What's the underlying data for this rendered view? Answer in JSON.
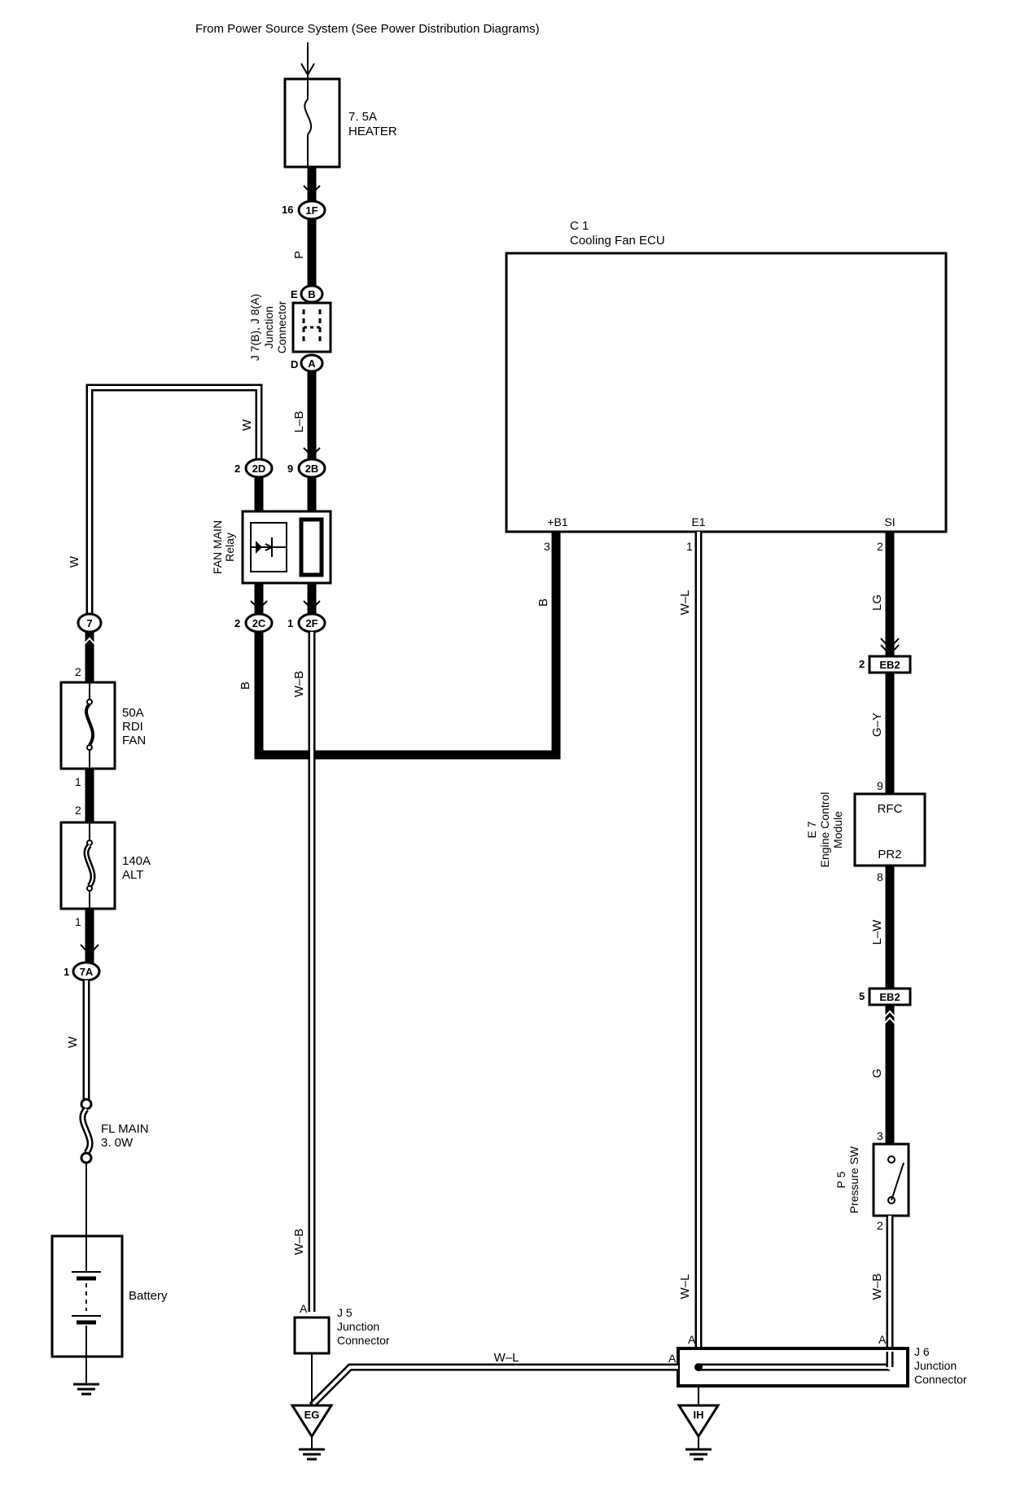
{
  "header": {
    "source": "From Power Source System (See Power Distribution Diagrams)"
  },
  "fuses": {
    "heater": {
      "rating": "7. 5A",
      "name": "HEATER"
    },
    "rdi_fan": {
      "rating": "50A",
      "line2": "RDI",
      "line3": "FAN"
    },
    "alt": {
      "rating": "140A",
      "name": "ALT"
    },
    "fl_main": {
      "name": "FL MAIN",
      "rating": "3. 0W"
    }
  },
  "ecu": {
    "id": "C 1",
    "name": "Cooling Fan ECU",
    "term_b1": "+B1",
    "term_e1": "E1",
    "term_si": "SI"
  },
  "jconn_j7j8": {
    "line1": "J 7(B), J 8(A)",
    "line2": "Junction",
    "line3": "Connector",
    "pinE": "E",
    "pinD": "D"
  },
  "relay": {
    "line1": "FAN MAIN",
    "line2": "Relay"
  },
  "ecm": {
    "id": "E 7",
    "line2": "Engine Control",
    "line3": "Module",
    "rfc": "RFC",
    "pr2": "PR2"
  },
  "pressure_sw": {
    "id": "P 5",
    "name": "Pressure SW"
  },
  "j5": {
    "id": "J 5",
    "line2": "Junction",
    "line3": "Connector"
  },
  "j6": {
    "id": "J 6",
    "line2": "Junction",
    "line3": "Connector"
  },
  "battery": {
    "name": "Battery"
  },
  "connectors": {
    "c1F": "1F",
    "cB": "B",
    "cA": "A",
    "c2D": "2D",
    "c2B": "2B",
    "c2C": "2C",
    "c2F": "2F",
    "c7": "7",
    "c7A": "7A",
    "eb2a": "EB2",
    "eb2b": "EB2"
  },
  "pins": {
    "p16": "16",
    "p2_2d": "2",
    "p9_2b": "9",
    "p2_2c": "2",
    "p1_2f": "1",
    "ecu3": "3",
    "ecu1": "1",
    "ecu2": "2",
    "eb2pin_a": "2",
    "ecm9": "9",
    "ecm8": "8",
    "eb2pin_b": "5",
    "psw3": "3",
    "psw2": "2",
    "rdi2": "2",
    "rdi1": "1",
    "alt2": "2",
    "alt1": "1",
    "p1_7a": "1",
    "j5A": "A",
    "j6A1": "A",
    "j6A2": "A",
    "j6A3": "A"
  },
  "wires": {
    "P": "P",
    "LB": "L–B",
    "W_top": "W",
    "W_left": "W",
    "B_relay": "B",
    "WB_relay": "W–B",
    "B_ecu": "B",
    "WL_ecu": "W–L",
    "LG": "LG",
    "GY": "G–Y",
    "LW": "L–W",
    "G": "G",
    "W_bottom": "W",
    "WB_low": "W–B",
    "WL_low": "W–L",
    "WB_psw": "W–B",
    "WL_horiz": "W–L"
  },
  "grounds": {
    "eg": "EG",
    "ih": "IH"
  }
}
